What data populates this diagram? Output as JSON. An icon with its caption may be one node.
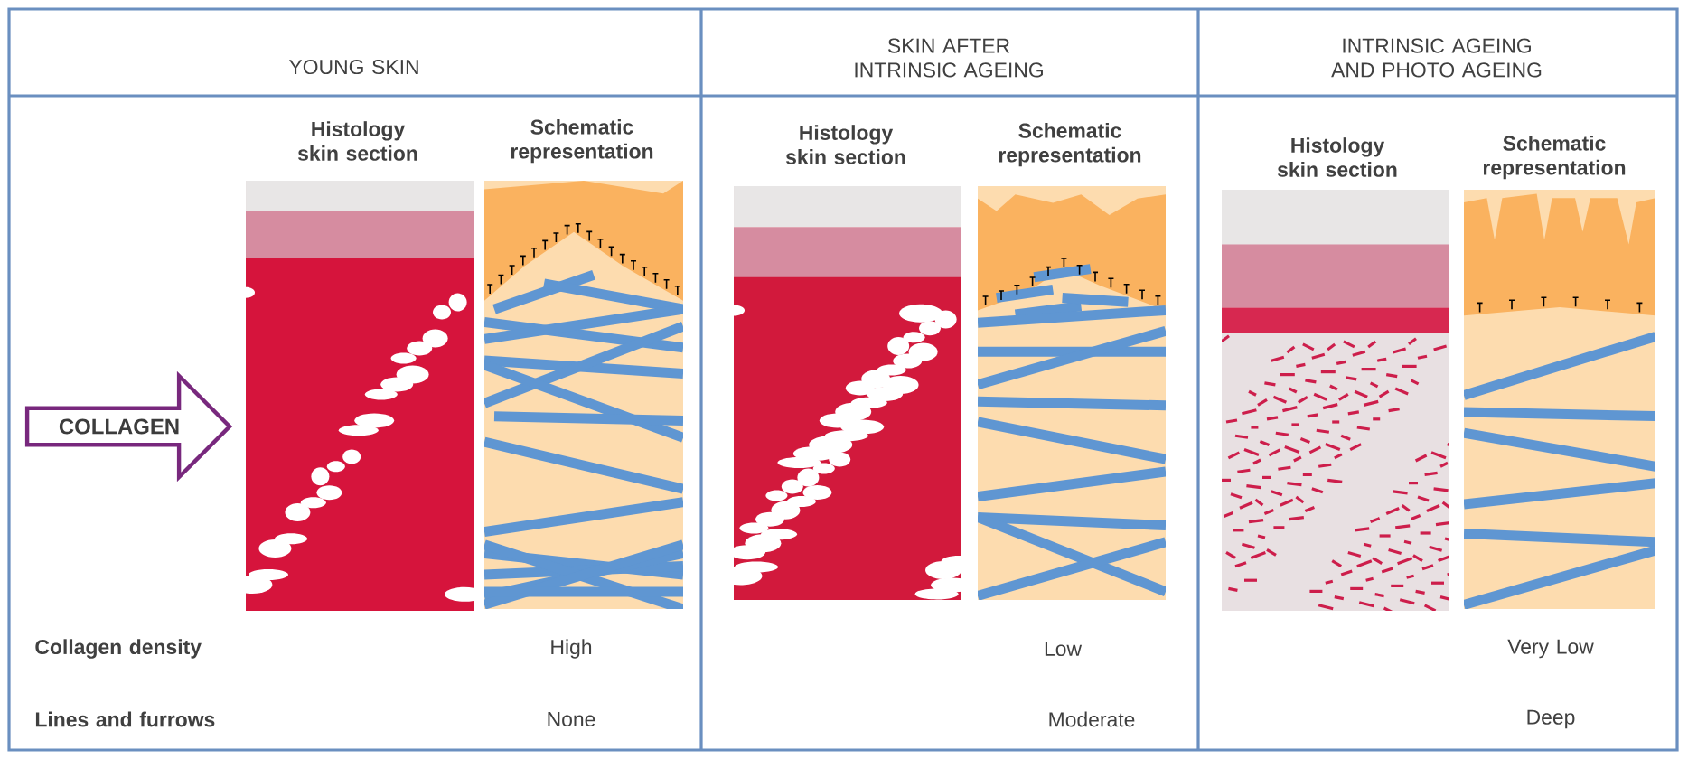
{
  "diagram": {
    "nodes": [
      {
        "text": [
          "COLLAGEN"
        ]
      }
    ],
    "labels": [
      "YOUNG SKIN",
      "SKIN AFTER INTRINSIC AGEING",
      "INTRINSIC AGEING AND PHOTO AGEING",
      "Histology skin section",
      "Schematic representation",
      "Histology skin section",
      "Schematic representation",
      "Histology skin section",
      "Schematic representation",
      "Collagen density",
      "High",
      "Low",
      "Very Low",
      "Lines and furrows",
      "None",
      "Moderate",
      "Deep"
    ]
  }
}
